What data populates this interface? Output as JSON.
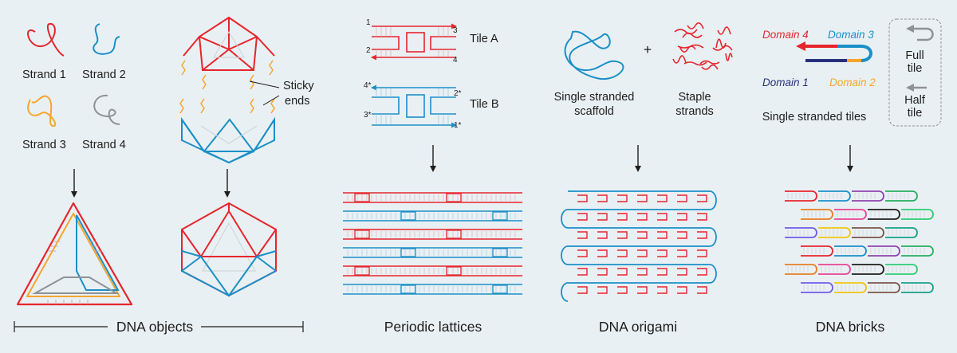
{
  "colors": {
    "red": "#e5262c",
    "blue": "#1b8fc7",
    "orange": "#f5a52f",
    "grey": "#8e9294",
    "navy": "#27307d",
    "background": "#e9f0f4"
  },
  "strands": [
    "Strand 1",
    "Strand 2",
    "Strand 3",
    "Strand 4"
  ],
  "sticky_ends": [
    "Sticky",
    "ends"
  ],
  "tiles": {
    "tile_a": "Tile A",
    "tile_b": "Tile B",
    "a_numbers": [
      "1",
      "2",
      "3",
      "4"
    ],
    "b_numbers": [
      "4*",
      "3*",
      "2*",
      "1*"
    ]
  },
  "origami": {
    "scaffold_line1": "Single stranded",
    "scaffold_line2": "scaffold",
    "plus": "+",
    "staple_line1": "Staple",
    "staple_line2": "strands"
  },
  "sst": {
    "domain1": "Domain 1",
    "domain2": "Domain 2",
    "domain3": "Domain 3",
    "domain4": "Domain 4",
    "caption": "Single stranded tiles",
    "full_tile_line1": "Full",
    "full_tile_line2": "tile",
    "half_tile_line1": "Half",
    "half_tile_line2": "tile"
  },
  "bottom_labels": {
    "dna_objects": "DNA objects",
    "periodic_lattices": "Periodic lattices",
    "dna_origami": "DNA origami",
    "dna_bricks": "DNA bricks"
  }
}
